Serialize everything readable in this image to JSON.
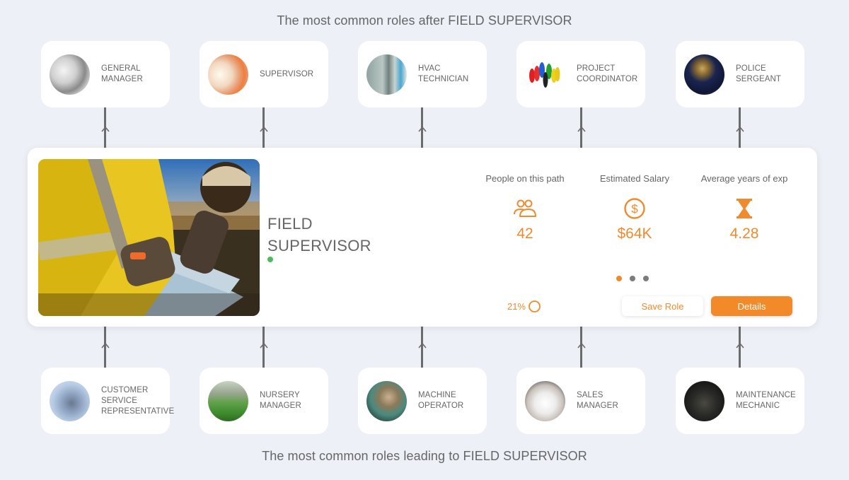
{
  "headings": {
    "after": "The most common roles after FIELD SUPERVISOR",
    "before": "The most common roles leading to FIELD SUPERVISOR"
  },
  "next_roles": [
    {
      "line1": "GENERAL",
      "line2": "MANAGER",
      "line3": "",
      "thumb": "general-manager-photo"
    },
    {
      "line1": "SUPERVISOR",
      "line2": "",
      "line3": "",
      "thumb": "supervisor-photo"
    },
    {
      "line1": "HVAC",
      "line2": "TECHNICIAN",
      "line3": "",
      "thumb": "hvac-technician-photo"
    },
    {
      "line1": "PROJECT",
      "line2": "COORDINATOR",
      "line3": "",
      "thumb": "project-coordinator-photo"
    },
    {
      "line1": "POLICE",
      "line2": "SERGEANT",
      "line3": "",
      "thumb": "police-sergeant-photo"
    }
  ],
  "previous_roles": [
    {
      "line1": "CUSTOMER",
      "line2": "SERVICE",
      "line3": "REPRESENTATIVE",
      "thumb": "customer-service-photo"
    },
    {
      "line1": "NURSERY",
      "line2": "MANAGER",
      "line3": "",
      "thumb": "nursery-manager-photo"
    },
    {
      "line1": "MACHINE",
      "line2": "OPERATOR",
      "line3": "",
      "thumb": "machine-operator-photo"
    },
    {
      "line1": "SALES",
      "line2": "MANAGER",
      "line3": "",
      "thumb": "sales-manager-photo"
    },
    {
      "line1": "MAINTENANCE",
      "line2": "MECHANIC",
      "line3": "",
      "thumb": "maintenance-mechanic-photo"
    }
  ],
  "current_role": {
    "title_line1": "FIELD",
    "title_line2": "SUPERVISOR",
    "status_color": "#4cbb5c",
    "stats": [
      {
        "label": "People on this path",
        "icon": "people-icon",
        "value": "42"
      },
      {
        "label": "Estimated Salary",
        "icon": "dollar-circle-icon",
        "value": "$64K"
      },
      {
        "label": "Average years of exp",
        "icon": "hourglass-icon",
        "value": "4.28"
      }
    ],
    "carousel": {
      "count": 3,
      "active": 0
    },
    "match_percent": "21%",
    "buttons": {
      "save": "Save Role",
      "details": "Details"
    }
  },
  "colors": {
    "accent": "#f08a2e",
    "background": "#edf0f7",
    "connector": "#6b6b6b"
  }
}
